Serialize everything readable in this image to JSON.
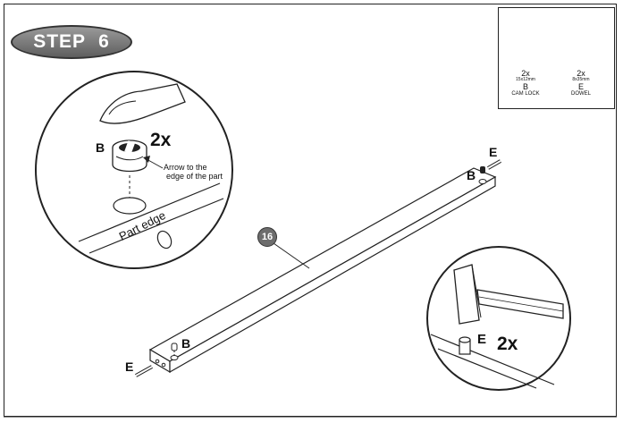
{
  "step": {
    "label": "STEP",
    "number": "6"
  },
  "parts": [
    {
      "qty": "2x",
      "size": "15x12mm",
      "letter": "B",
      "name": "CAM LOCK",
      "icon": "cam-lock-icon"
    },
    {
      "qty": "2x",
      "size": "8x35mm",
      "letter": "E",
      "name": "DOWEL",
      "icon": "dowel-icon"
    }
  ],
  "detail_cam": {
    "letter": "B",
    "qty": "2x",
    "note_line1": "Arrow to the",
    "note_line2": "edge of the part",
    "edge_label": "Part edge"
  },
  "board": {
    "number": "16",
    "cam_label_top": "B",
    "dowel_label_top": "E",
    "cam_label_bottom": "B",
    "dowel_label_bottom": "E"
  },
  "detail_hammer": {
    "letter": "E",
    "qty": "2x"
  }
}
